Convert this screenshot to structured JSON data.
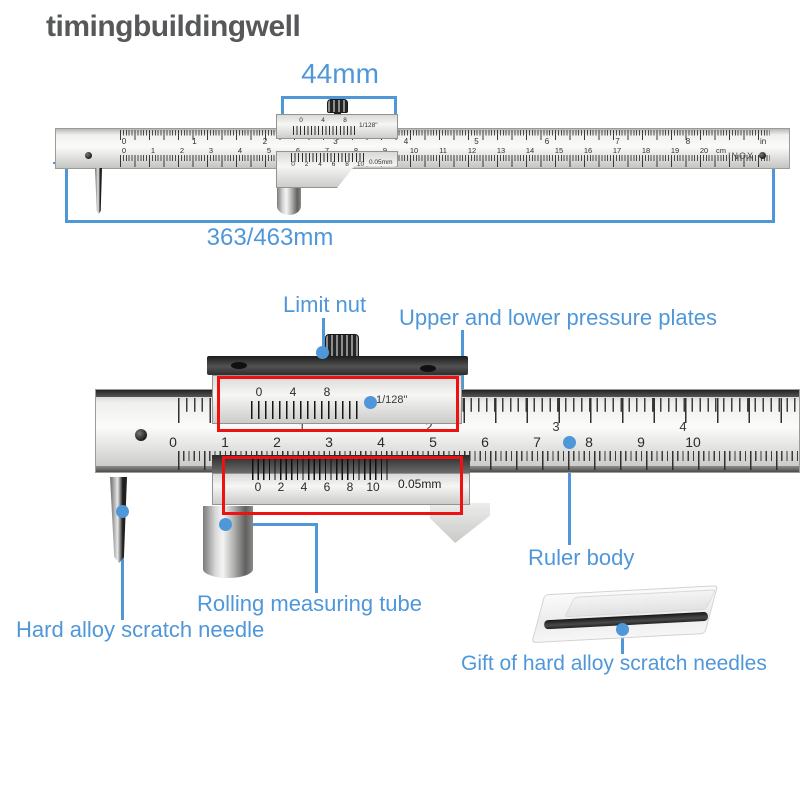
{
  "colors": {
    "annotation_blue": "#4f97d9",
    "highlight_red": "#ee1111",
    "logo_gray": "#57585a"
  },
  "logo": {
    "text": "timingbuildingwell"
  },
  "measurements": {
    "jaw_travel": "44mm",
    "total_length": "363/463mm"
  },
  "labels": {
    "limit_nut": "Limit nut",
    "pressure_plates": "Upper and lower pressure plates",
    "ruler_body": "Ruler body",
    "rolling_tube": "Rolling measuring tube",
    "scratch_needle": "Hard alloy scratch needle",
    "gift_needles": "Gift of hard alloy scratch needles"
  },
  "top_caliper": {
    "steel_mark": "INOX",
    "inch_numbers": [
      "0",
      "1",
      "2",
      "3",
      "4",
      "5",
      "6",
      "7",
      "8"
    ],
    "inch_unit": "in",
    "cm_numbers": [
      "0",
      "1",
      "2",
      "3",
      "4",
      "5",
      "6",
      "7",
      "8",
      "9",
      "10",
      "11",
      "12",
      "13",
      "14",
      "15",
      "16",
      "17",
      "18",
      "19",
      "20"
    ],
    "cm_unit": "cm",
    "vernier_top_numbers": [
      "0",
      "4",
      "8"
    ],
    "vernier_top_unit": "1/128\"",
    "vernier_bottom_numbers": [
      "0",
      "2",
      "4",
      "6",
      "8",
      "10"
    ],
    "vernier_bottom_unit": "0.05mm"
  },
  "main_caliper": {
    "inch_numbers": [
      "1",
      "2",
      "3",
      "4"
    ],
    "cm_numbers": [
      "0",
      "1",
      "2",
      "3",
      "4",
      "5",
      "6",
      "7",
      "8",
      "9",
      "10"
    ],
    "vernier_top_numbers": [
      "0",
      "4",
      "8"
    ],
    "vernier_top_unit": "1/128\"",
    "vernier_bottom_numbers": [
      "0",
      "2",
      "4",
      "6",
      "8",
      "10"
    ],
    "vernier_bottom_unit": "0.05mm"
  }
}
